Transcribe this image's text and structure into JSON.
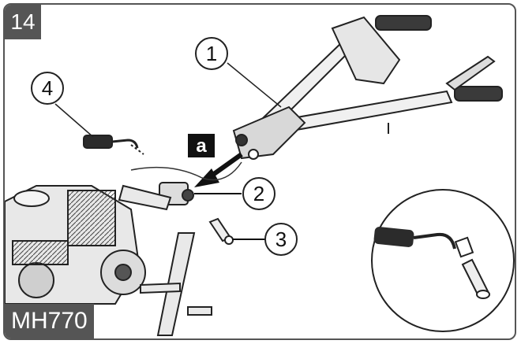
{
  "figure": {
    "step_number": "14",
    "model": "MH770",
    "arrow_label": "a",
    "callouts": [
      "1",
      "2",
      "3",
      "4"
    ]
  },
  "colors": {
    "badge_bg": "#555555",
    "badge_text": "#ffffff",
    "line": "#222222"
  },
  "icons": [
    "handlebar-icon",
    "gear-lever-icon",
    "bolt-icon",
    "engine-icon",
    "tiller-tine-icon"
  ]
}
